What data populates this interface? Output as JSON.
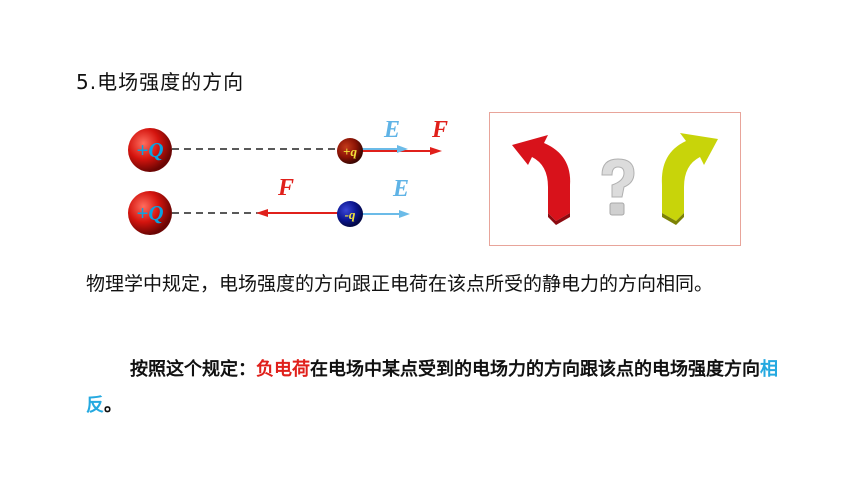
{
  "section_title": "5.电场强度的方向",
  "row1": {
    "source_charge": "+Q",
    "test_charge": "+q",
    "label_E": "E",
    "label_F": "F"
  },
  "row2": {
    "source_charge": "+Q",
    "test_charge": "-q",
    "label_F": "F",
    "label_E": "E"
  },
  "illustration": {
    "icon": "question-mark-with-arrows-icon",
    "colors": {
      "left_arrow": "#d8121b",
      "question_mark": "#d9d9d9",
      "right_arrow": "#c8d40a"
    }
  },
  "paragraph1": "物理学中规定，电场强度的方向跟正电荷在该点所受的静电力的方向相同。",
  "paragraph2": {
    "part1": "按照这个规定：",
    "highlight1": "负电荷",
    "part2": "在电场中某点受到的电场力的方向跟该点的电场强度方向",
    "highlight2": "相反",
    "part3": "。"
  },
  "colors": {
    "accent_red": "#e0201b",
    "accent_blue": "#25a9e0",
    "charge_label": "#0aa2e0"
  }
}
